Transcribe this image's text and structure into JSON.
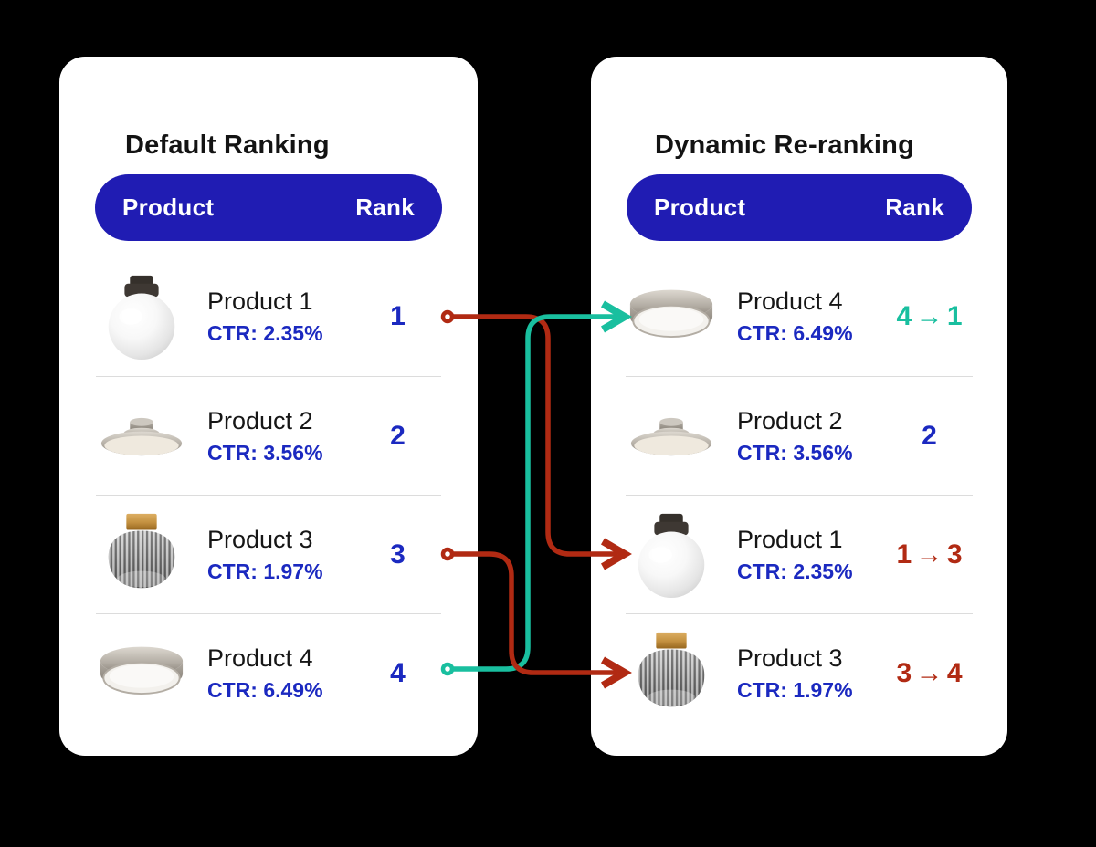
{
  "left_panel": {
    "title": "Default Ranking",
    "header": {
      "product": "Product",
      "rank": "Rank"
    },
    "rows": [
      {
        "name": "Product 1",
        "ctr": "CTR: 2.35%",
        "rank": "1",
        "image": "globe-light"
      },
      {
        "name": "Product 2",
        "ctr": "CTR: 3.56%",
        "rank": "2",
        "image": "saucer-light"
      },
      {
        "name": "Product 3",
        "ctr": "CTR: 1.97%",
        "rank": "3",
        "image": "ribbed-glass-light"
      },
      {
        "name": "Product 4",
        "ctr": "CTR: 6.49%",
        "rank": "4",
        "image": "drum-light"
      }
    ]
  },
  "right_panel": {
    "title": "Dynamic Re-ranking",
    "header": {
      "product": "Product",
      "rank": "Rank"
    },
    "rows": [
      {
        "name": "Product 4",
        "ctr": "CTR: 6.49%",
        "rank_change": "4 → 1",
        "change_direction": "up",
        "image": "drum-light"
      },
      {
        "name": "Product 2",
        "ctr": "CTR: 3.56%",
        "rank_change": "2",
        "change_direction": "none",
        "image": "saucer-light"
      },
      {
        "name": "Product 1",
        "ctr": "CTR: 2.35%",
        "rank_change": "1 → 3",
        "change_direction": "down",
        "image": "globe-light"
      },
      {
        "name": "Product 3",
        "ctr": "CTR: 1.97%",
        "rank_change": "3 → 4",
        "change_direction": "down",
        "image": "ribbed-glass-light"
      }
    ]
  },
  "connectors": [
    {
      "name": "promote-product-4",
      "from_rank": "4",
      "to_rank": "1",
      "color": "#19bf9f"
    },
    {
      "name": "demote-product-1",
      "from_rank": "1",
      "to_rank": "3",
      "color": "#b12a13"
    },
    {
      "name": "demote-product-3",
      "from_rank": "3",
      "to_rank": "4",
      "color": "#b12a13"
    }
  ],
  "colors": {
    "background": "#000000",
    "card": "#ffffff",
    "header_blue": "#201cb3",
    "metric_blue": "#1b29c0",
    "promote_teal": "#19bf9f",
    "demote_red": "#b12a13",
    "divider": "#dcdcdc",
    "title_text": "#131313"
  }
}
